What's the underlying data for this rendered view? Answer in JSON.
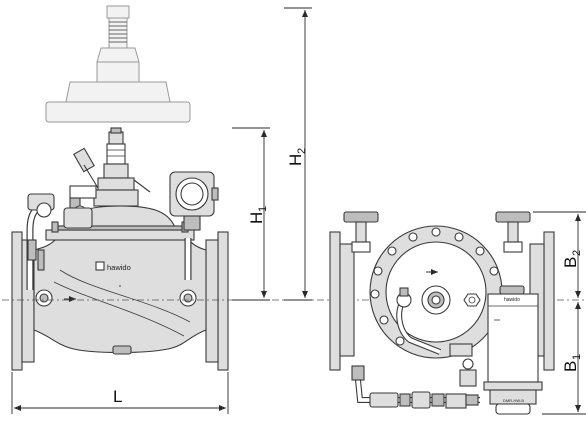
{
  "labels": {
    "L": "L",
    "H1_main": "H",
    "H1_sub": "1",
    "H2_main": "H",
    "H2_sub": "2",
    "B1_main": "B",
    "B1_sub": "1",
    "B2_main": "B",
    "B2_sub": "2"
  },
  "brand": {
    "front": "hawido",
    "side": "hawido"
  },
  "colors": {
    "line": "#3a3a3a",
    "fill_body": "#dedede",
    "fill_dark": "#bdbdbd",
    "ghost": "#9a9a9a"
  }
}
